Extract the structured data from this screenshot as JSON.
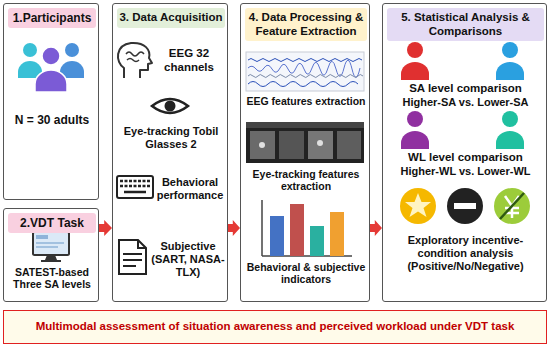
{
  "diagram": {
    "nodes": [
      {
        "text": [
          "1.Participants",
          "N = 30 adults"
        ]
      },
      {
        "text": [
          "2.VDT Task",
          "SATEST-based Three SA levels"
        ]
      },
      {
        "text": [
          "3. Data Acquisition",
          "EEG 32 channels",
          "Eye-tracking Tobil Glasses 2",
          "Behavioral performance",
          "Subjective (SART, NASA-TLX)"
        ]
      },
      {
        "text": [
          "4. Data Processing & Feature Extraction",
          "EEG features extraction",
          "Eye-tracking features extraction",
          "Behavioral & subjective indicators"
        ]
      },
      {
        "text": [
          "5. Statistical Analysis & Comparisons",
          "SA level comparison",
          "Higher-SA vs. Lower-SA",
          "WL level comparison",
          "Higher-WL vs. Lower-WL",
          "Exploratory incentive-condition analysis (Positive/No/Negative)"
        ]
      },
      {
        "text": [
          "Multimodal assessment of situation awareness and perceived workload under VDT task"
        ]
      }
    ],
    "edges": [
      {
        "from": 1,
        "to": 2,
        "arrow": "to"
      },
      {
        "from": 2,
        "to": 3,
        "arrow": "to"
      },
      {
        "from": 3,
        "to": 4,
        "arrow": "to"
      }
    ]
  }
}
